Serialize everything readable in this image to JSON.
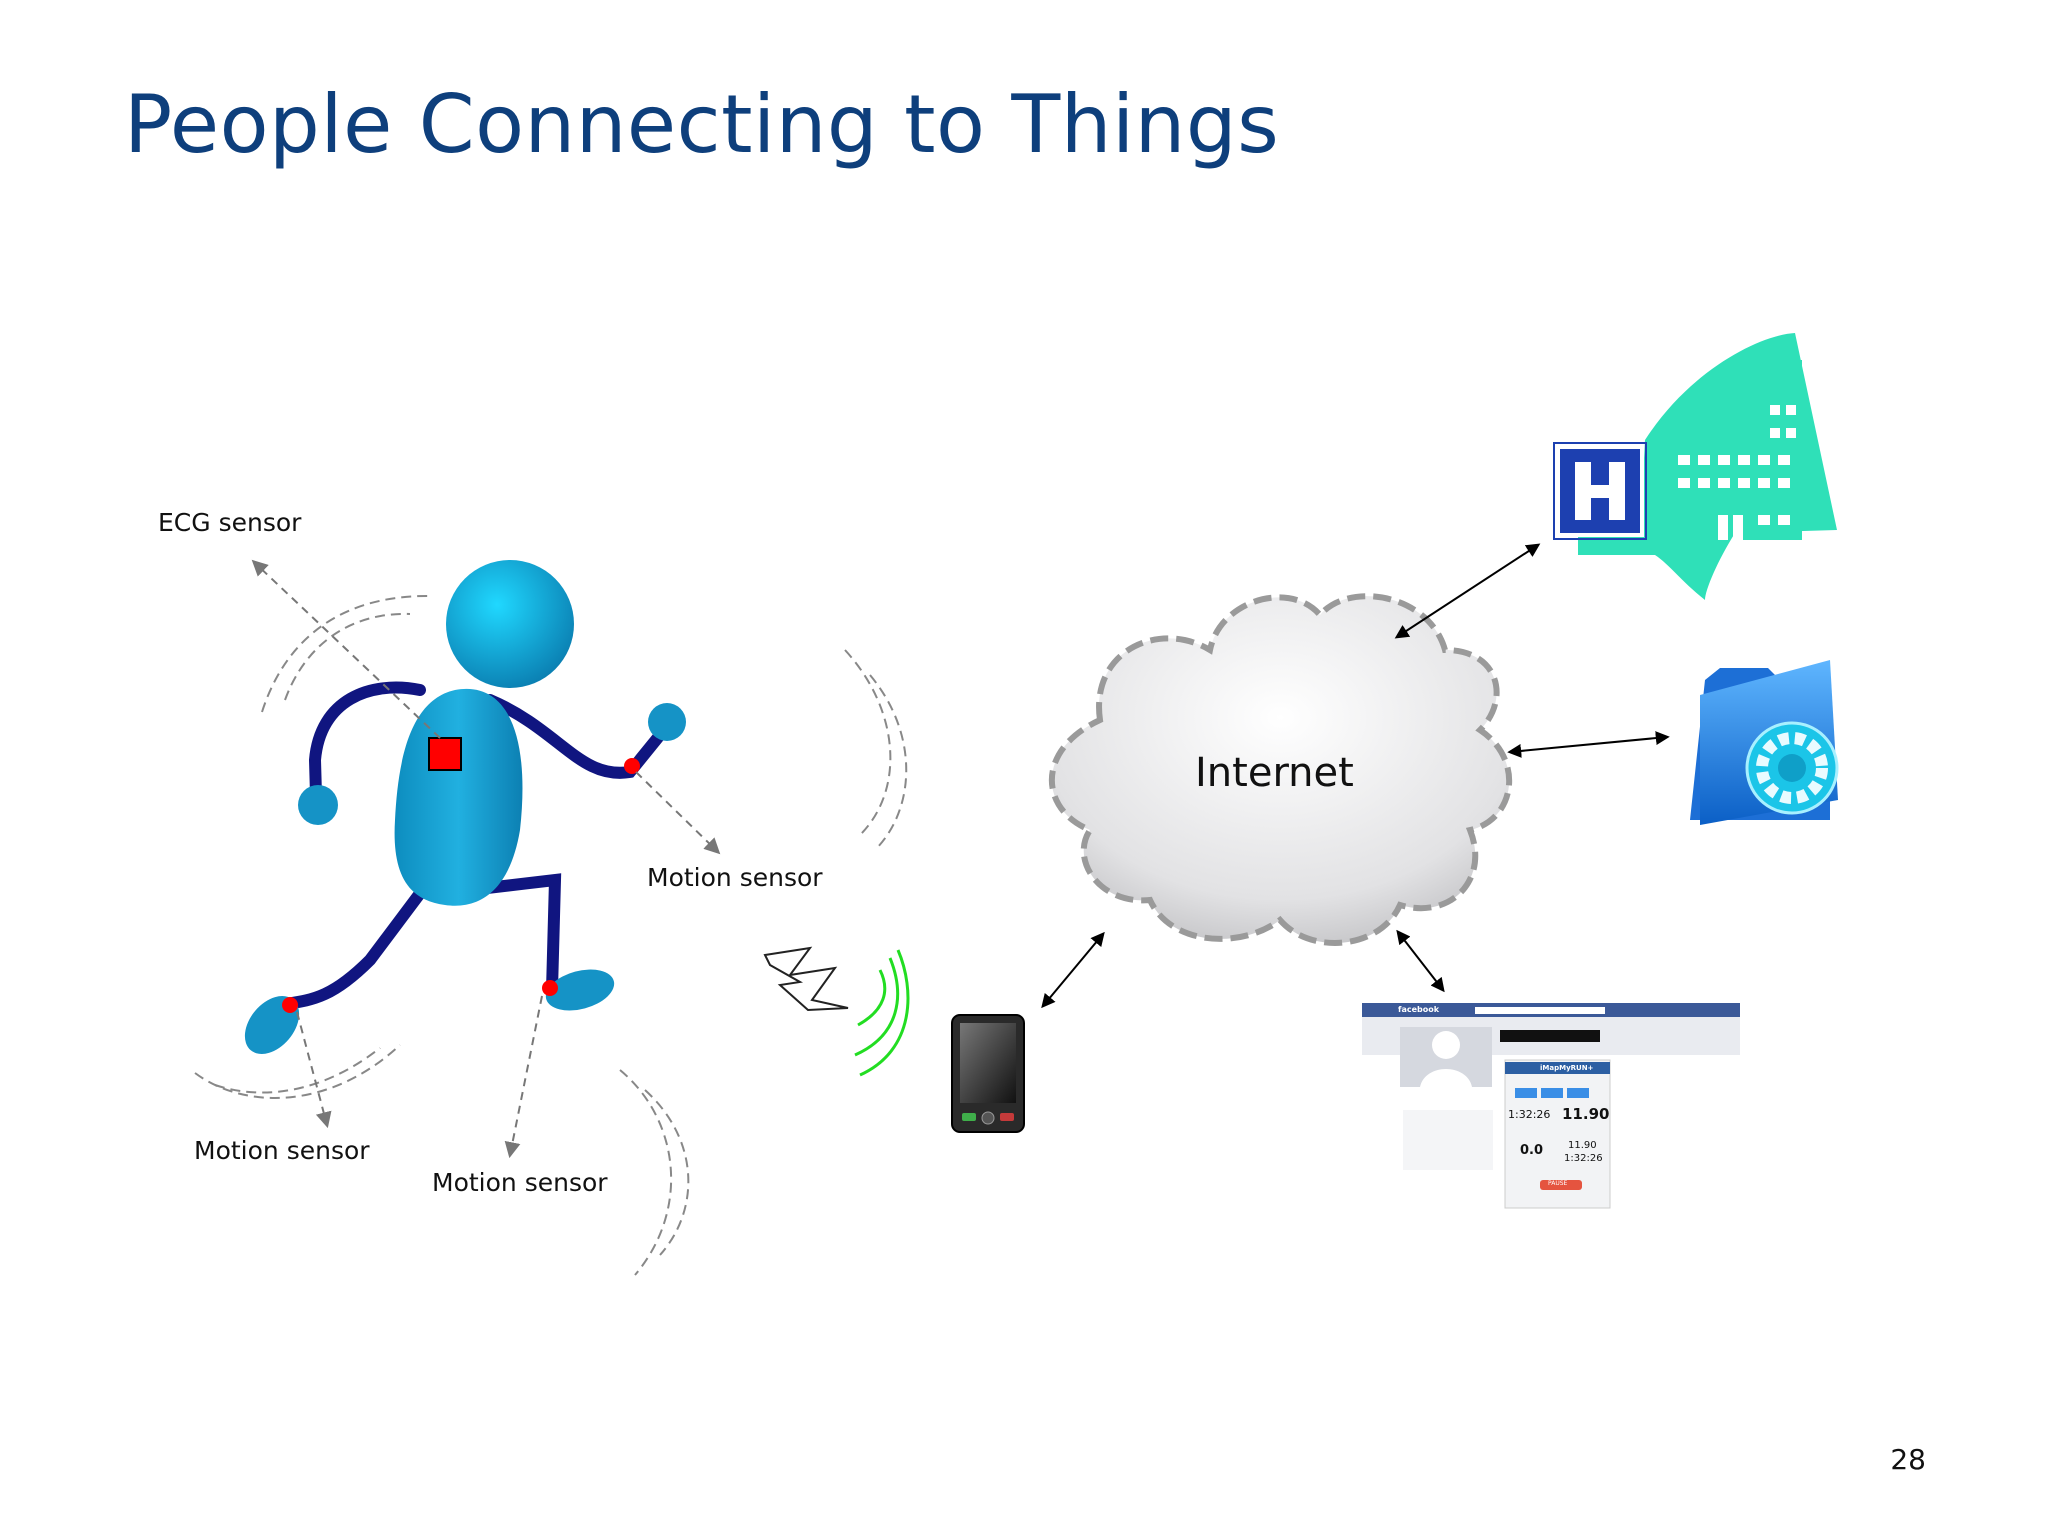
{
  "slide": {
    "title": "People Connecting to Things",
    "page_number": "28"
  },
  "labels": {
    "ecg": "ECG sensor",
    "motion_hand": "Motion sensor",
    "motion_left_foot": "Motion sensor",
    "motion_right_foot": "Motion sensor",
    "internet": "Internet"
  },
  "phone_app": {
    "site": "facebook",
    "app": "iMapMyRUN+",
    "time": "1:32:26",
    "distance": "11.90",
    "pace": "0.0",
    "dist_small": "11.90",
    "time_small": "1:32:26",
    "button": "PAUSE"
  },
  "colors": {
    "title": "#0e3f7c",
    "figure": "#1aa3d6",
    "limbs": "#101580",
    "ecg_sensor": "#ff0000",
    "hospital": "#2fe0b8",
    "hospital_sign": "#1d40b0",
    "wireless": "#22dd22"
  }
}
